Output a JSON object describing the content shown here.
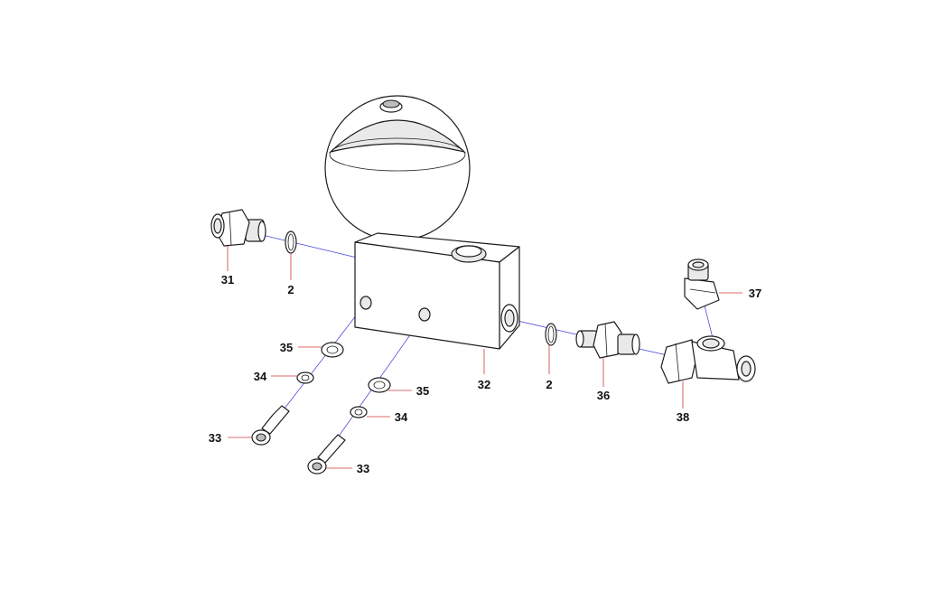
{
  "parts": [
    {
      "id": "p31",
      "label": "31",
      "name": "fitting-31"
    },
    {
      "id": "p2a",
      "label": "2",
      "name": "o-ring-2-left"
    },
    {
      "id": "p32",
      "label": "32",
      "name": "manifold-block-32"
    },
    {
      "id": "p35a",
      "label": "35",
      "name": "washer-35-left"
    },
    {
      "id": "p34a",
      "label": "34",
      "name": "washer-34-left"
    },
    {
      "id": "p33a",
      "label": "33",
      "name": "bolt-33-left"
    },
    {
      "id": "p35b",
      "label": "35",
      "name": "washer-35-right"
    },
    {
      "id": "p34b",
      "label": "34",
      "name": "washer-34-right"
    },
    {
      "id": "p33b",
      "label": "33",
      "name": "bolt-33-right"
    },
    {
      "id": "p2b",
      "label": "2",
      "name": "o-ring-2-right"
    },
    {
      "id": "p36",
      "label": "36",
      "name": "adapter-36"
    },
    {
      "id": "p37",
      "label": "37",
      "name": "fitting-37"
    },
    {
      "id": "p38",
      "label": "38",
      "name": "tee-fitting-38"
    }
  ],
  "colors": {
    "axis_line": "#3b3bd6",
    "leader_line": "#d23a3a",
    "ink": "#1c1c1c"
  }
}
